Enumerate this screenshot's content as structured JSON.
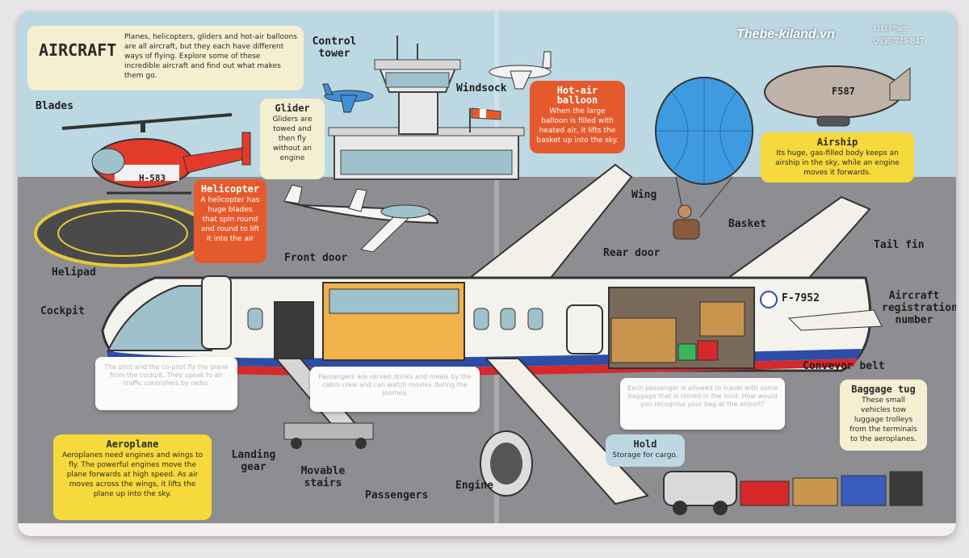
{
  "watermark": {
    "site": "Thebe-kiland.vn",
    "name": "Li Li Pham",
    "phone": "0936-749-847"
  },
  "intro": {
    "title": "AIRCRAFT",
    "text": "Planes, helicopters, gliders and hot-air balloons are all aircraft, but they each have different ways of flying. Explore some of these incredible aircraft and find out what makes them go."
  },
  "labels": {
    "control_tower": "Control tower",
    "windsock": "Windsock",
    "blades": "Blades",
    "helipad": "Helipad",
    "cockpit": "Cockpit",
    "front_door": "Front door",
    "rear_door": "Rear door",
    "wing": "Wing",
    "basket": "Basket",
    "tail_fin": "Tail fin",
    "registration": "Aircraft registration number",
    "conveyor": "Conveyor belt",
    "landing_gear": "Landing gear",
    "movable_stairs": "Movable stairs",
    "passengers": "Passengers",
    "engine": "Engine"
  },
  "codes": {
    "helicopter": "H-583",
    "airship": "F587",
    "plane": "F-7952"
  },
  "notes": {
    "glider": {
      "title": "Glider",
      "text": "Gliders are towed and then fly without an engine"
    },
    "helicopter": {
      "title": "Helicopter",
      "text": "A helicopter has huge blades that spin round and round to lift it into the air"
    },
    "balloon": {
      "title": "Hot-air balloon",
      "text": "When the large balloon is filled with heated air, it lifts the basket up into the sky."
    },
    "airship": {
      "title": "Airship",
      "text": "Its huge, gas-filled body keeps an airship in the sky, while an engine moves it forwards."
    },
    "aeroplane": {
      "title": "Aeroplane",
      "text": "Aeroplanes need engines and wings to fly. The powerful engines move the plane forwards at high speed. As air moves across the wings, it lifts the plane up into the sky."
    },
    "hold": {
      "title": "Hold",
      "text": "Storage for cargo."
    },
    "tug": {
      "title": "Baggage tug",
      "text": "These small vehicles tow luggage trolleys from the terminals to the aeroplanes."
    }
  },
  "flaps": {
    "cockpit": "The pilot and the co-pilot fly the plane from the cockpit. They speak to air traffic controllers by radio.",
    "cabin": "Passengers are served drinks and meals by the cabin crew and can watch movies during the journey.",
    "hold": "Each passenger is allowed to travel with some baggage that is stored in the hold. How would you recognise your bag at the airport?"
  },
  "colors": {
    "sky": "#bcd8e3",
    "tarmac": "#8e8d91",
    "orange": "#e55a2d",
    "yellow": "#f6d93a",
    "cream": "#f4efd0",
    "balloon": "#3f9be0",
    "stripe_red": "#d7282a",
    "stripe_blue": "#2c4ea8"
  }
}
